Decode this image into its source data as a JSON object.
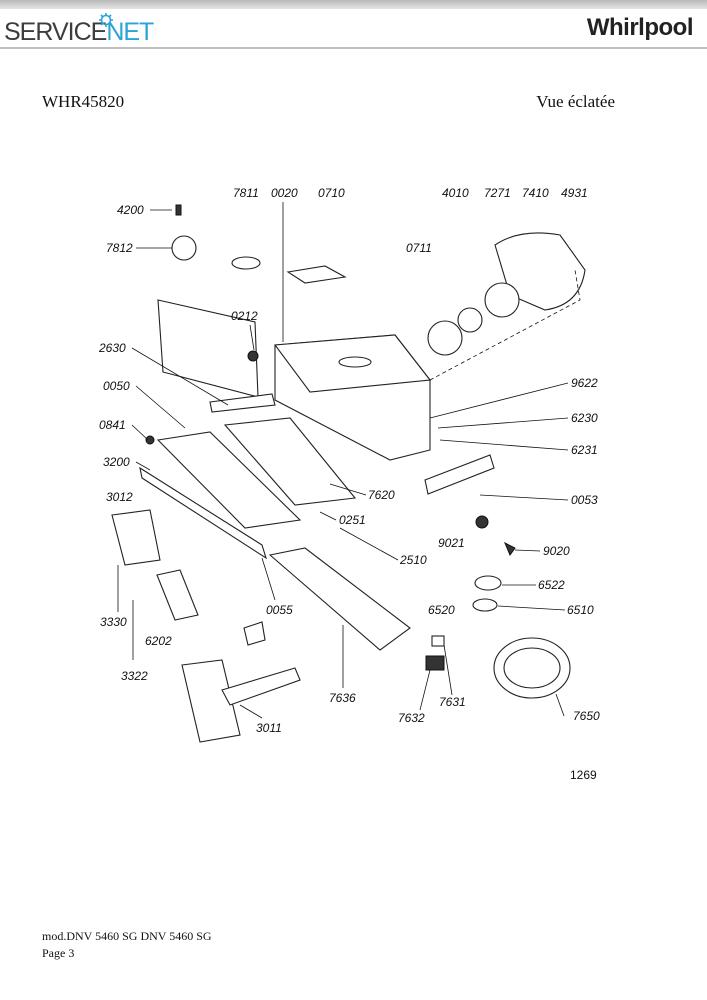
{
  "header": {
    "brand_left_a": "SERVICE",
    "brand_left_b": "NET",
    "brand_right": "Whirlpool",
    "accent_color": "#2aa3d8"
  },
  "document": {
    "model_code": "WHR45820",
    "view_title": "Vue éclatée",
    "diagram_ref": "1269"
  },
  "parts": [
    "4200",
    "7811",
    "0020",
    "0710",
    "4010",
    "7271",
    "7410",
    "4931",
    "7812",
    "0711",
    "0212",
    "2630",
    "9622",
    "0050",
    "6230",
    "0841",
    "6231",
    "3200",
    "7620",
    "0053",
    "3012",
    "0251",
    "9021",
    "2510",
    "9020",
    "6522",
    "6520",
    "6510",
    "3330",
    "0055",
    "6202",
    "3322",
    "7631",
    "7636",
    "7632",
    "3011",
    "7650"
  ],
  "footer": {
    "model_line": "mod.DNV 5460 SG DNV 5460 SG",
    "page": "Page 3"
  }
}
